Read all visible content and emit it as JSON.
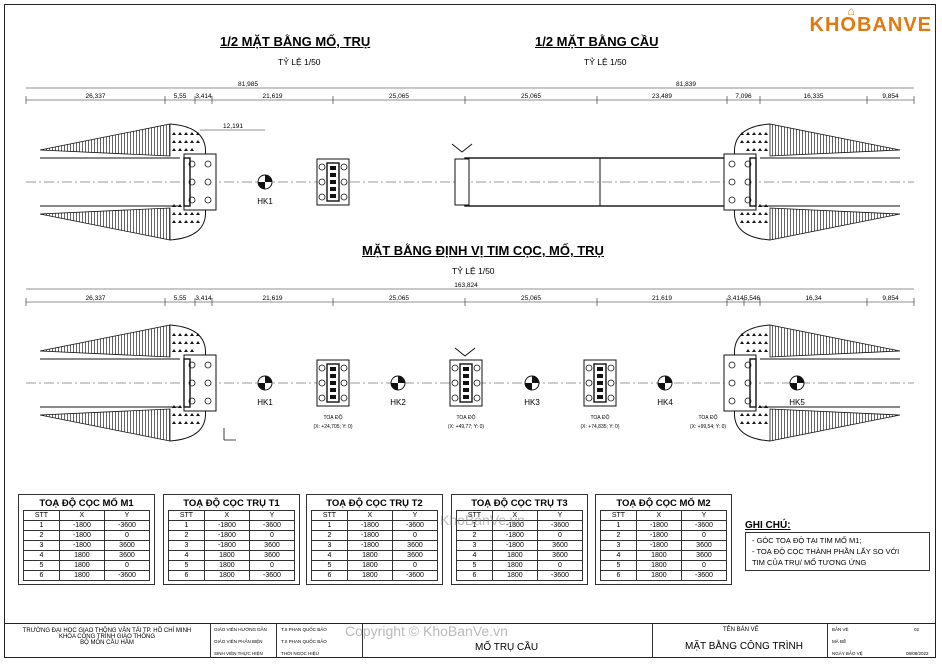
{
  "titles": {
    "half_abutment_plan": "1/2 MẶT BẰNG MỐ, TRỤ",
    "half_bridge_plan": "1/2 MẶT BẰNG CẦU",
    "pile_layout_plan": "MẶT BẰNG ĐỊNH VỊ TIM CỌC, MỐ, TRỤ",
    "scale": "TỶ LỆ 1/50"
  },
  "logo": "KHOBANVE",
  "top_plan": {
    "total_left": "81,985",
    "total_right": "81,839",
    "dims": [
      "26,337",
      "5,55",
      "3,414",
      "21,619",
      "25,065",
      "25,065",
      "23,489",
      "7,096",
      "16,335",
      "9,854"
    ],
    "sub_dim": "12,191",
    "borehole": "HK1"
  },
  "bottom_plan": {
    "total": "163,824",
    "dims": [
      "26,337",
      "5,55",
      "3,414",
      "21,619",
      "25,065",
      "25,065",
      "21,619",
      "3,414",
      "5,546",
      "16,34",
      "9,854"
    ],
    "boreholes": [
      "HK1",
      "HK2",
      "HK3",
      "HK4",
      "HK5"
    ],
    "toa_do_label": "TOẠ ĐỘ",
    "coords": [
      "(X: +24,705; Y: 0)",
      "(X: +49,77; Y: 0)",
      "(X: +74,835; Y: 0)",
      "(X: +99,54; Y: 0)"
    ]
  },
  "tables": [
    {
      "title": "TOẠ ĐỘ CỌC MỐ M1",
      "headers": [
        "STT",
        "X",
        "Y"
      ],
      "rows": [
        [
          "1",
          "-1800",
          "-3600"
        ],
        [
          "2",
          "-1800",
          "0"
        ],
        [
          "3",
          "-1800",
          "3600"
        ],
        [
          "4",
          "1800",
          "3600"
        ],
        [
          "5",
          "1800",
          "0"
        ],
        [
          "6",
          "1800",
          "-3600"
        ]
      ]
    },
    {
      "title": "TOẠ ĐỘ CỌC TRỤ T1",
      "headers": [
        "STT",
        "X",
        "Y"
      ],
      "rows": [
        [
          "1",
          "-1800",
          "-3600"
        ],
        [
          "2",
          "-1800",
          "0"
        ],
        [
          "3",
          "-1800",
          "3600"
        ],
        [
          "4",
          "1800",
          "3600"
        ],
        [
          "5",
          "1800",
          "0"
        ],
        [
          "6",
          "1800",
          "-3600"
        ]
      ]
    },
    {
      "title": "TOẠ ĐỘ CỌC TRỤ T2",
      "headers": [
        "STT",
        "X",
        "Y"
      ],
      "rows": [
        [
          "1",
          "-1800",
          "-3600"
        ],
        [
          "2",
          "-1800",
          "0"
        ],
        [
          "3",
          "-1800",
          "3600"
        ],
        [
          "4",
          "1800",
          "3600"
        ],
        [
          "5",
          "1800",
          "0"
        ],
        [
          "6",
          "1800",
          "-3600"
        ]
      ]
    },
    {
      "title": "TOẠ ĐỘ CỌC TRỤ T3",
      "headers": [
        "STT",
        "X",
        "Y"
      ],
      "rows": [
        [
          "1",
          "-1800",
          "-3600"
        ],
        [
          "2",
          "-1800",
          "0"
        ],
        [
          "3",
          "-1800",
          "3600"
        ],
        [
          "4",
          "1800",
          "3600"
        ],
        [
          "5",
          "1800",
          "0"
        ],
        [
          "6",
          "1800",
          "-3600"
        ]
      ]
    },
    {
      "title": "TOẠ ĐỘ CỌC MỐ M2",
      "headers": [
        "STT",
        "X",
        "Y"
      ],
      "rows": [
        [
          "1",
          "-1800",
          "-3600"
        ],
        [
          "2",
          "-1800",
          "0"
        ],
        [
          "3",
          "-1800",
          "3600"
        ],
        [
          "4",
          "1800",
          "3600"
        ],
        [
          "5",
          "1800",
          "0"
        ],
        [
          "6",
          "1800",
          "-3600"
        ]
      ]
    }
  ],
  "notes": {
    "heading": "GHI CHÚ:",
    "lines": [
      "- GÓC TOẠ ĐỘ TẠI TIM MỐ M1;",
      "- TOẠ ĐỘ CỌC THÀNH PHẦN LẤY SO VỚI",
      "TIM CỦA TRỤ/ MỐ TƯƠNG ỨNG"
    ]
  },
  "title_block": {
    "school_1": "TRƯỜNG ĐẠI HỌC GIAO THÔNG VẬN TẢI TP. HỒ CHÍ MINH",
    "school_2": "KHOA CÔNG TRÌNH GIAO THÔNG",
    "school_3": "BỘ MÔN CẦU HẦM",
    "roles": [
      "GIÁO VIÊN HƯỚNG DẪN",
      "GIÁO VIÊN PHẢN BIỆN",
      "SINH VIÊN THỰC HIỆN"
    ],
    "names": [
      "T.S PHAN QUỐC BẢO",
      "T.S PHAN QUỐC BẢO",
      "THỜI NGỌC HIỆU"
    ],
    "project": "MỐ TRỤ CẦU",
    "drawing_name_label": "TÊN BẢN VẼ",
    "drawing_name": "MẶT BẰNG CÔNG TRÌNH",
    "sheet_label": "BẢN VẼ",
    "sheet_no": "02",
    "code_label": "MÃ ĐỀ",
    "date_label": "NGÀY BẢO VỆ",
    "date": "08/08/2022"
  },
  "watermarks": [
    "KhoBanVe.vn",
    "Copyright © KhoBanVe.vn"
  ]
}
